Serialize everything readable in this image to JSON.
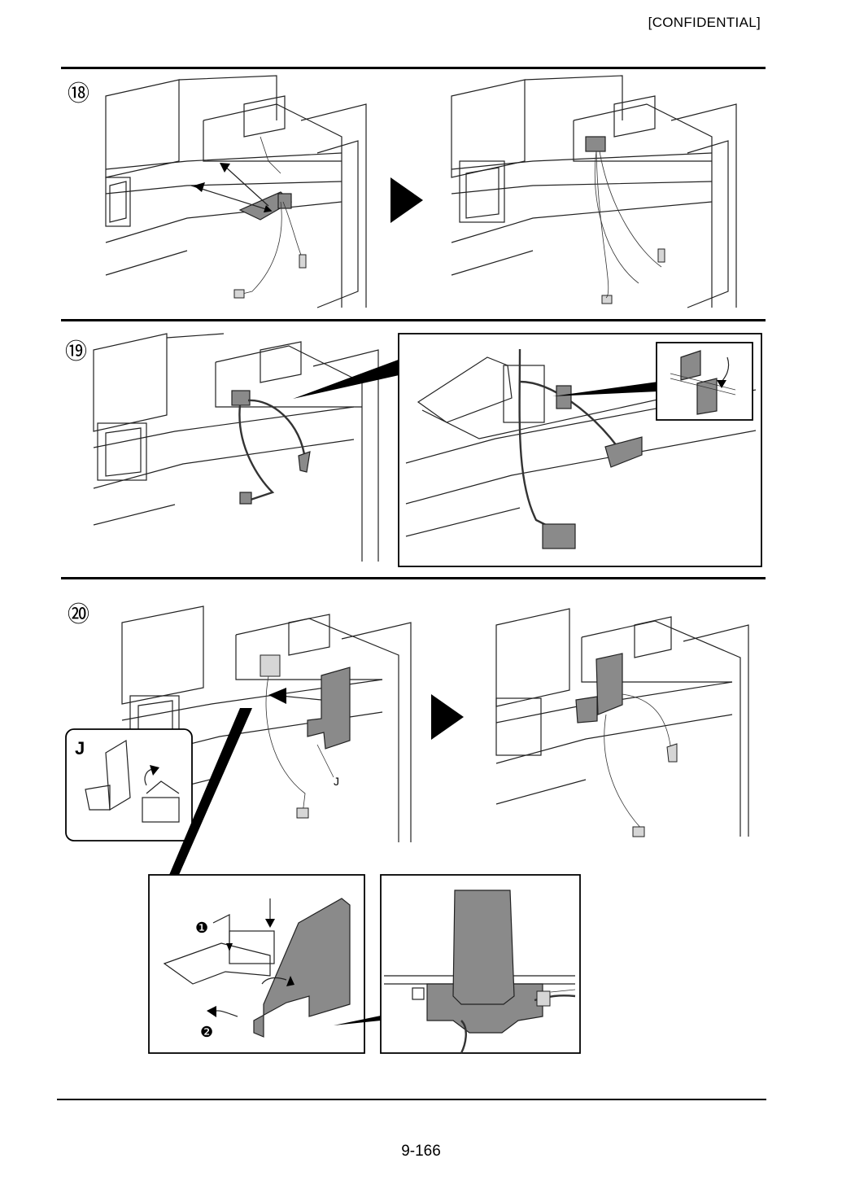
{
  "header": {
    "confidential": "[CONFIDENTIAL]"
  },
  "steps": [
    {
      "number": "⑱"
    },
    {
      "number": "⑲"
    },
    {
      "number": "⑳"
    }
  ],
  "step20": {
    "callout_label": "J",
    "inset_label": "J",
    "sub_step_1": "❶",
    "sub_step_2": "❷"
  },
  "footer": {
    "page_number": "9-166"
  }
}
